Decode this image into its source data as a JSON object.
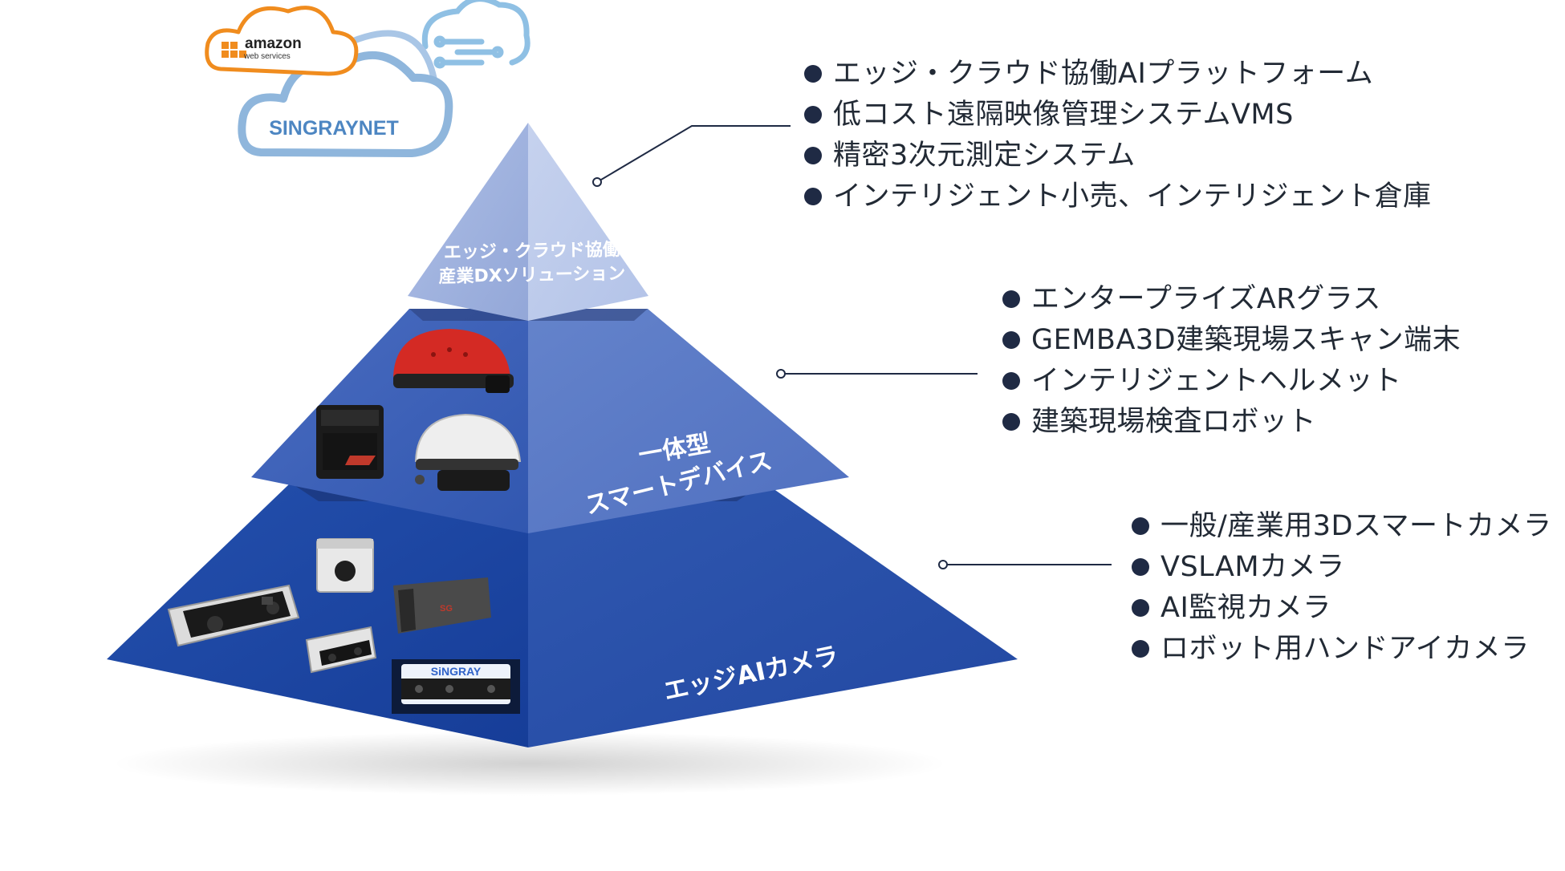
{
  "cloud": {
    "aws_logo_text": "amazon",
    "aws_logo_subtext": "web services",
    "singraynet_label": "SINGRAYNET"
  },
  "pyramid": {
    "top_label_line1": "エッジ・クラウド協働",
    "top_label_line2": "産業DXソリューション",
    "middle_label_line1": "一体型",
    "middle_label_line2": "スマートデバイス",
    "bottom_label": "エッジAIカメラ",
    "device_logo_singray": "SiNGRAY",
    "device_logo_small": "SG"
  },
  "lists": {
    "top": [
      "エッジ・クラウド協働AIプラットフォーム",
      "低コスト遠隔映像管理システムVMS",
      "精密3次元測定システム",
      "インテリジェント小売、インテリジェント倉庫"
    ],
    "middle": [
      "エンタープライズARグラス",
      "GEMBA3D建築現場スキャン端末",
      "インテリジェントヘルメット",
      "建築現場検査ロボット"
    ],
    "bottom": [
      "一般/産業用3Dスマートカメラ",
      "VSLAMカメラ",
      "AI監視カメラ",
      "ロボット用ハンドアイカメラ"
    ]
  },
  "colors": {
    "top_left": "#9fb1de",
    "top_right": "#bccaea",
    "middle_left": "#3c62b8",
    "middle_right": "#5577c4",
    "bottom_left": "#1c43a0",
    "bottom_right": "#2a4fa8",
    "aws_orange": "#f08c1e",
    "cloud_blue": "#8fb6dc",
    "connector": "#1f2a44"
  }
}
